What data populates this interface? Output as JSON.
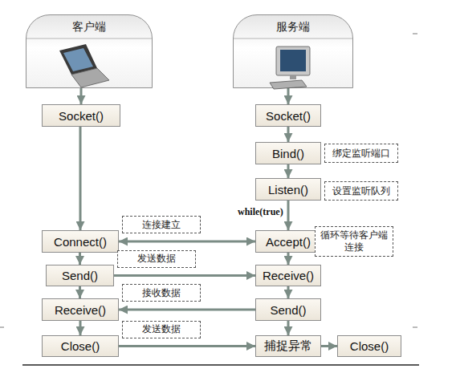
{
  "diagram": {
    "nodes": [
      {
        "text": [
          "客户端"
        ]
      },
      {
        "text": [
          "服务端"
        ]
      },
      {
        "text": [
          "Socket()"
        ]
      },
      {
        "text": [
          "Socket()"
        ]
      },
      {
        "text": [
          "Bind()"
        ]
      },
      {
        "text": [
          "绑定监听端口"
        ]
      },
      {
        "text": [
          "Listen()"
        ]
      },
      {
        "text": [
          "设置监听队列"
        ]
      },
      {
        "text": [
          "Connect()"
        ]
      },
      {
        "text": [
          "Accept()"
        ]
      },
      {
        "text": [
          "循环等待客户端连接"
        ]
      },
      {
        "text": [
          "Send()"
        ]
      },
      {
        "text": [
          "Receive()"
        ]
      },
      {
        "text": [
          "Receive()"
        ]
      },
      {
        "text": [
          "Send()"
        ]
      },
      {
        "text": [
          "Close()"
        ]
      },
      {
        "text": [
          "捕捉异常"
        ]
      },
      {
        "text": [
          "Close()"
        ]
      }
    ],
    "edges": [
      {
        "from": 0,
        "to": 2,
        "arrow": "to"
      },
      {
        "from": 1,
        "to": 3,
        "arrow": "to"
      },
      {
        "from": 2,
        "to": 8,
        "arrow": "to"
      },
      {
        "from": 3,
        "to": 4,
        "arrow": "to"
      },
      {
        "from": 4,
        "to": 6,
        "arrow": "to"
      },
      {
        "from": 6,
        "to": 9,
        "arrow": "to"
      },
      {
        "from": 8,
        "to": 9,
        "label": "连接建立",
        "arrow": "both"
      },
      {
        "from": 8,
        "to": 11,
        "arrow": "to"
      },
      {
        "from": 9,
        "to": 12,
        "arrow": "to"
      },
      {
        "from": 11,
        "to": 12,
        "label": "发送数据",
        "arrow": "to"
      },
      {
        "from": 11,
        "to": 13,
        "arrow": "to"
      },
      {
        "from": 12,
        "to": 14,
        "arrow": "to"
      },
      {
        "from": 14,
        "to": 13,
        "label": "接收数据",
        "arrow": "to"
      },
      {
        "from": 13,
        "to": 15,
        "arrow": "to"
      },
      {
        "from": 14,
        "to": 16,
        "arrow": "to"
      },
      {
        "from": 15,
        "to": 16,
        "label": "发送数据",
        "arrow": "to"
      },
      {
        "from": 16,
        "to": 17,
        "arrow": "to"
      }
    ],
    "labels": [
      "while(true)"
    ]
  }
}
